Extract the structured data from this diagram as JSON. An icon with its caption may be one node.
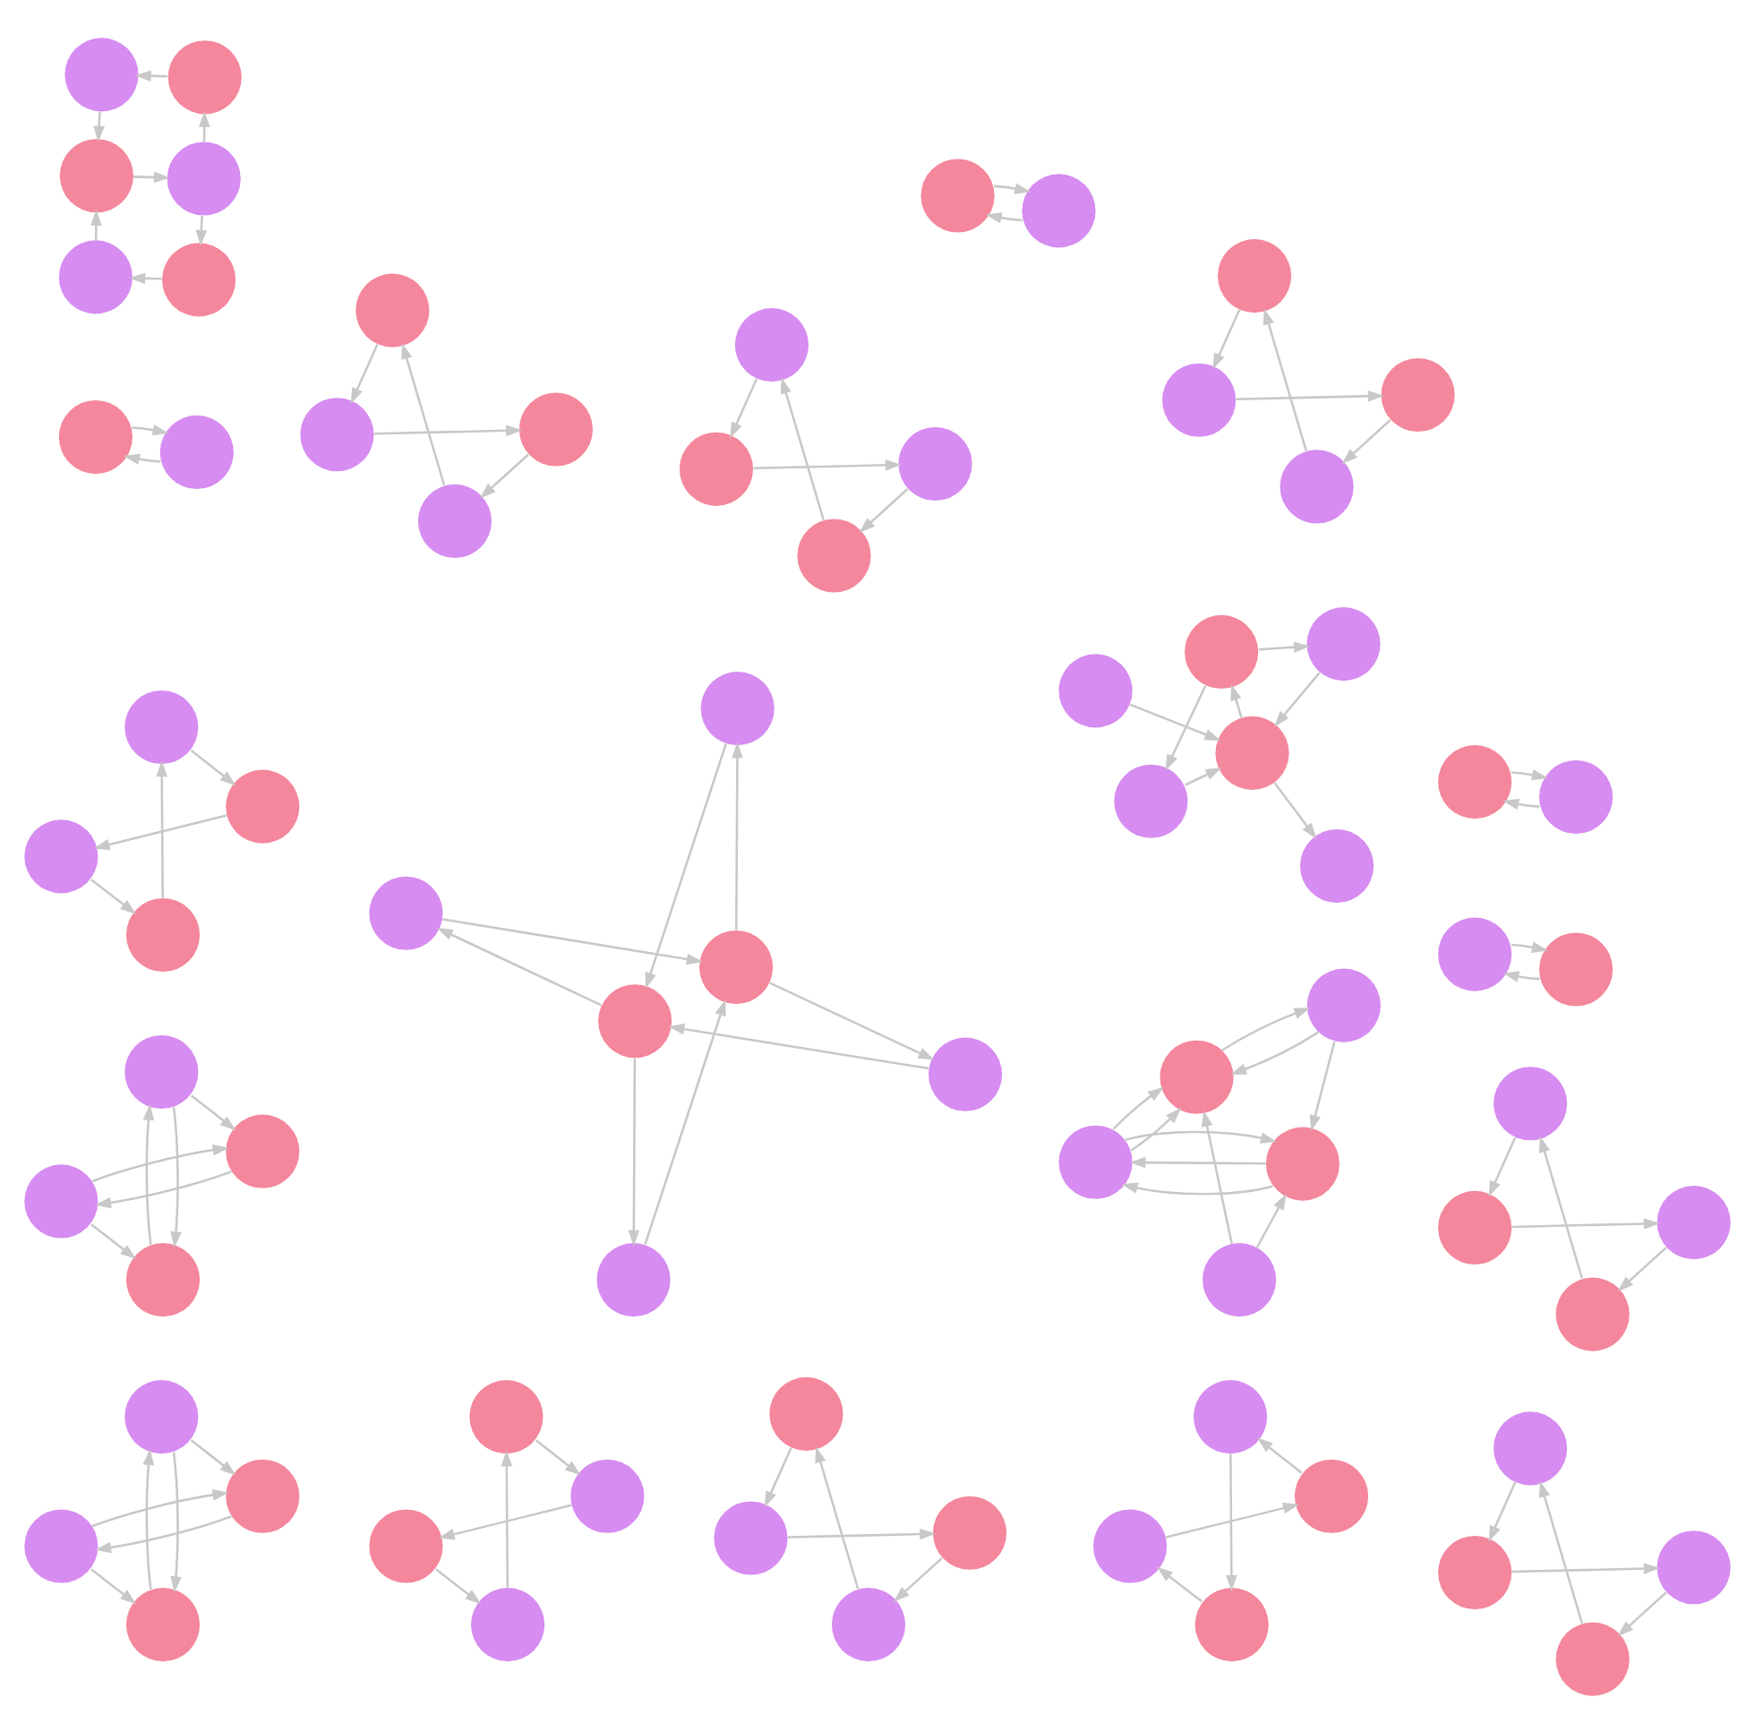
{
  "diagram": {
    "nodes": [
      {
        "text": [],
        "shape": "circle"
      },
      {
        "text": [],
        "shape": "circle"
      },
      {
        "text": [],
        "shape": "circle"
      },
      {
        "text": [],
        "shape": "circle"
      },
      {
        "text": [],
        "shape": "circle"
      },
      {
        "text": [],
        "shape": "circle"
      },
      {
        "text": [],
        "shape": "circle"
      },
      {
        "text": [],
        "shape": "circle"
      },
      {
        "text": [],
        "shape": "circle"
      },
      {
        "text": [],
        "shape": "circle"
      },
      {
        "text": [],
        "shape": "circle"
      },
      {
        "text": [],
        "shape": "circle"
      },
      {
        "text": [],
        "shape": "circle"
      },
      {
        "text": [],
        "shape": "circle"
      },
      {
        "text": [],
        "shape": "circle"
      },
      {
        "text": [],
        "shape": "circle"
      },
      {
        "text": [],
        "shape": "circle"
      },
      {
        "text": [],
        "shape": "circle"
      },
      {
        "text": [],
        "shape": "circle"
      },
      {
        "text": [],
        "shape": "circle"
      },
      {
        "text": [],
        "shape": "circle"
      },
      {
        "text": [],
        "shape": "circle"
      },
      {
        "text": [],
        "shape": "circle"
      },
      {
        "text": [],
        "shape": "circle"
      },
      {
        "text": [],
        "shape": "circle"
      },
      {
        "text": [],
        "shape": "circle"
      },
      {
        "text": [],
        "shape": "circle"
      },
      {
        "text": [],
        "shape": "circle"
      },
      {
        "text": [],
        "shape": "circle"
      },
      {
        "text": [],
        "shape": "circle"
      },
      {
        "text": [],
        "shape": "circle"
      },
      {
        "text": [],
        "shape": "circle"
      },
      {
        "text": [],
        "shape": "circle"
      },
      {
        "text": [],
        "shape": "circle"
      },
      {
        "text": [],
        "shape": "circle"
      },
      {
        "text": [],
        "shape": "circle"
      },
      {
        "text": [],
        "shape": "circle"
      },
      {
        "text": [],
        "shape": "circle"
      },
      {
        "text": [],
        "shape": "circle"
      },
      {
        "text": [],
        "shape": "circle"
      },
      {
        "text": [],
        "shape": "circle"
      },
      {
        "text": [],
        "shape": "circle"
      },
      {
        "text": [],
        "shape": "circle"
      },
      {
        "text": [],
        "shape": "circle"
      },
      {
        "text": [],
        "shape": "circle"
      },
      {
        "text": [],
        "shape": "circle"
      },
      {
        "text": [],
        "shape": "circle"
      },
      {
        "text": [],
        "shape": "circle"
      },
      {
        "text": [],
        "shape": "circle"
      },
      {
        "text": [],
        "shape": "circle"
      },
      {
        "text": [],
        "shape": "circle"
      },
      {
        "text": [],
        "shape": "circle"
      },
      {
        "text": [],
        "shape": "circle"
      },
      {
        "text": [],
        "shape": "circle"
      },
      {
        "text": [],
        "shape": "circle"
      },
      {
        "text": [],
        "shape": "circle"
      },
      {
        "text": [],
        "shape": "circle"
      },
      {
        "text": [],
        "shape": "circle"
      },
      {
        "text": [],
        "shape": "circle"
      },
      {
        "text": [],
        "shape": "circle"
      },
      {
        "text": [],
        "shape": "circle"
      },
      {
        "text": [],
        "shape": "circle"
      },
      {
        "text": [],
        "shape": "circle"
      },
      {
        "text": [],
        "shape": "circle"
      },
      {
        "text": [],
        "shape": "circle"
      },
      {
        "text": [],
        "shape": "circle"
      },
      {
        "text": [],
        "shape": "circle"
      },
      {
        "text": [],
        "shape": "circle"
      },
      {
        "text": [],
        "shape": "circle"
      },
      {
        "text": [],
        "shape": "circle"
      },
      {
        "text": [],
        "shape": "circle"
      },
      {
        "text": [],
        "shape": "circle"
      },
      {
        "text": [],
        "shape": "circle"
      },
      {
        "text": [],
        "shape": "circle"
      },
      {
        "text": [],
        "shape": "circle"
      }
    ],
    "edges": [
      {
        "from": 0,
        "to": 1,
        "arrow": "to"
      },
      {
        "from": 1,
        "to": 2,
        "arrow": "to"
      },
      {
        "from": 3,
        "to": 0,
        "arrow": "to"
      },
      {
        "from": 2,
        "to": 3,
        "arrow": "to"
      },
      {
        "from": 4,
        "to": 5,
        "arrow": "to"
      },
      {
        "from": 5,
        "to": 6,
        "arrow": "to"
      },
      {
        "from": 6,
        "to": 7,
        "arrow": "to"
      },
      {
        "from": 7,
        "to": 4,
        "arrow": "to"
      },
      {
        "from": 8,
        "to": 9,
        "arrow": "to"
      },
      {
        "from": 9,
        "to": 10,
        "arrow": "to"
      },
      {
        "from": 10,
        "to": 11,
        "arrow": "to"
      },
      {
        "from": 11,
        "to": 8,
        "arrow": "to"
      },
      {
        "from": 12,
        "to": 13,
        "arrow": "to"
      },
      {
        "from": 13,
        "to": 14,
        "arrow": "to"
      },
      {
        "from": 14,
        "to": 15,
        "arrow": "to"
      },
      {
        "from": 15,
        "to": 12,
        "arrow": "to"
      },
      {
        "from": 16,
        "to": 18,
        "arrow": "to"
      },
      {
        "from": 17,
        "to": 16,
        "arrow": "to"
      },
      {
        "from": 18,
        "to": 19,
        "arrow": "to"
      },
      {
        "from": 19,
        "to": 17,
        "arrow": "to"
      },
      {
        "from": 19,
        "to": 20,
        "arrow": "to"
      },
      {
        "from": 20,
        "to": 21,
        "arrow": "to"
      },
      {
        "from": 21,
        "to": 18,
        "arrow": "to"
      },
      {
        "from": 24,
        "to": 23,
        "arrow": "to"
      },
      {
        "from": 22,
        "to": 24,
        "arrow": "to"
      },
      {
        "from": 25,
        "to": 22,
        "arrow": "to"
      },
      {
        "from": 25,
        "to": 26,
        "arrow": "to"
      },
      {
        "from": 26,
        "to": 24,
        "arrow": "to"
      },
      {
        "from": 24,
        "to": 25,
        "arrow": "to"
      },
      {
        "from": 27,
        "to": 24,
        "arrow": "to"
      },
      {
        "from": 29,
        "to": 28,
        "arrow": "to"
      },
      {
        "from": 28,
        "to": 30,
        "arrow": "to"
      },
      {
        "from": 30,
        "to": 31,
        "arrow": "to"
      },
      {
        "from": 31,
        "to": 29,
        "arrow": "to"
      },
      {
        "from": 33,
        "to": 32,
        "arrow": "to"
      },
      {
        "from": 32,
        "to": 33,
        "arrow": "to"
      },
      {
        "from": 32,
        "to": 34,
        "arrow": "to"
      },
      {
        "from": 35,
        "to": 33,
        "arrow": "to"
      },
      {
        "from": 34,
        "to": 35,
        "arrow": "to"
      },
      {
        "from": 35,
        "to": 34,
        "arrow": "to"
      },
      {
        "from": 37,
        "to": 36,
        "arrow": "to"
      },
      {
        "from": 36,
        "to": 37,
        "arrow": "to"
      },
      {
        "from": 36,
        "to": 38,
        "arrow": "to"
      },
      {
        "from": 39,
        "to": 37,
        "arrow": "to"
      },
      {
        "from": 38,
        "to": 39,
        "arrow": "to"
      },
      {
        "from": 39,
        "to": 38,
        "arrow": "to"
      },
      {
        "from": 41,
        "to": 40,
        "arrow": "to"
      },
      {
        "from": 40,
        "to": 41,
        "arrow": "to"
      },
      {
        "from": 41,
        "to": 40,
        "arrow": "to"
      },
      {
        "from": 40,
        "to": 43,
        "arrow": "to"
      },
      {
        "from": 40,
        "to": 43,
        "arrow": "to"
      },
      {
        "from": 42,
        "to": 41,
        "arrow": "to"
      },
      {
        "from": 42,
        "to": 43,
        "arrow": "to"
      },
      {
        "from": 44,
        "to": 43,
        "arrow": "to"
      },
      {
        "from": 43,
        "to": 44,
        "arrow": "to"
      },
      {
        "from": 44,
        "to": 41,
        "arrow": "to"
      },
      {
        "from": 46,
        "to": 47,
        "arrow": "to"
      },
      {
        "from": 45,
        "to": 48,
        "arrow": "to"
      },
      {
        "from": 48,
        "to": 45,
        "arrow": "to"
      },
      {
        "from": 47,
        "to": 46,
        "arrow": "to"
      },
      {
        "from": 50,
        "to": 49,
        "arrow": "to"
      },
      {
        "from": 49,
        "to": 51,
        "arrow": "to"
      },
      {
        "from": 51,
        "to": 52,
        "arrow": "to"
      },
      {
        "from": 52,
        "to": 50,
        "arrow": "to"
      },
      {
        "from": 53,
        "to": 54,
        "arrow": "to"
      },
      {
        "from": 55,
        "to": 53,
        "arrow": "to"
      },
      {
        "from": 56,
        "to": 55,
        "arrow": "to"
      },
      {
        "from": 54,
        "to": 57,
        "arrow": "to"
      },
      {
        "from": 55,
        "to": 58,
        "arrow": "to"
      },
      {
        "from": 57,
        "to": 55,
        "arrow": "to"
      },
      {
        "from": 58,
        "to": 54,
        "arrow": "to"
      },
      {
        "from": 54,
        "to": 56,
        "arrow": "to"
      },
      {
        "from": 59,
        "to": 60,
        "arrow": "to"
      },
      {
        "from": 60,
        "to": 62,
        "arrow": "to"
      },
      {
        "from": 62,
        "to": 61,
        "arrow": "to"
      },
      {
        "from": 61,
        "to": 59,
        "arrow": "to"
      },
      {
        "from": 63,
        "to": 64,
        "arrow": "to"
      },
      {
        "from": 64,
        "to": 65,
        "arrow": "to"
      },
      {
        "from": 65,
        "to": 66,
        "arrow": "to"
      },
      {
        "from": 66,
        "to": 63,
        "arrow": "to"
      },
      {
        "from": 67,
        "to": 68,
        "arrow": "to"
      },
      {
        "from": 68,
        "to": 69,
        "arrow": "to"
      },
      {
        "from": 69,
        "to": 70,
        "arrow": "to"
      },
      {
        "from": 70,
        "to": 67,
        "arrow": "to"
      },
      {
        "from": 71,
        "to": 74,
        "arrow": "to"
      },
      {
        "from": 72,
        "to": 73,
        "arrow": "to"
      },
      {
        "from": 74,
        "to": 71,
        "arrow": "to"
      },
      {
        "from": 73,
        "to": 72,
        "arrow": "to"
      }
    ]
  }
}
